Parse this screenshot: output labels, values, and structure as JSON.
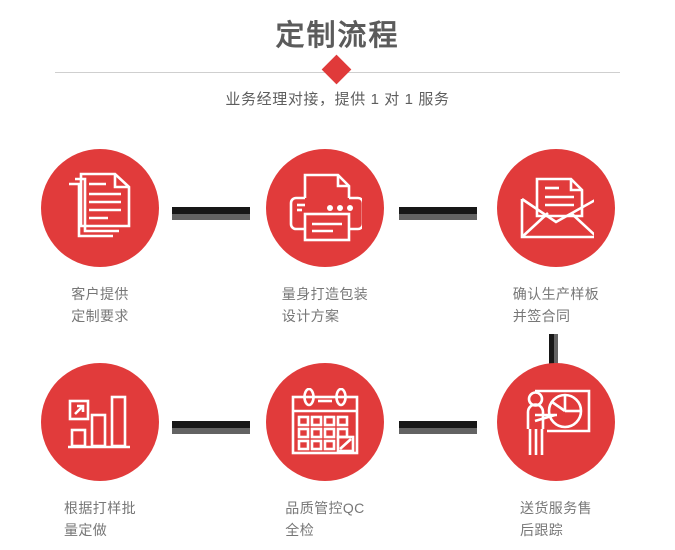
{
  "header": {
    "title": "定制流程",
    "subtitle": "业务经理对接，提供 1 对 1 服务",
    "accent_color": "#e03a3a",
    "title_color": "#5b5b5b",
    "divider_color": "#cfcfcf"
  },
  "flow": {
    "circle_color": "#e13b3b",
    "label_color": "#777777",
    "connector_dark": "#171717",
    "connector_light": "#636363",
    "steps": [
      {
        "id": 1,
        "icon": "documents-icon",
        "label": "客户提供\n定制要求"
      },
      {
        "id": 2,
        "icon": "printer-icon",
        "label": "量身打造包装\n设计方案"
      },
      {
        "id": 3,
        "icon": "envelope-document-icon",
        "label": "确认生产样板\n并签合同"
      },
      {
        "id": 4,
        "icon": "bar-chart-growth-icon",
        "label": "根据打样批\n量定做"
      },
      {
        "id": 5,
        "icon": "calendar-icon",
        "label": "品质管控QC\n全检"
      },
      {
        "id": 6,
        "icon": "presenter-pie-chart-icon",
        "label": "送货服务售\n后跟踪"
      }
    ]
  }
}
